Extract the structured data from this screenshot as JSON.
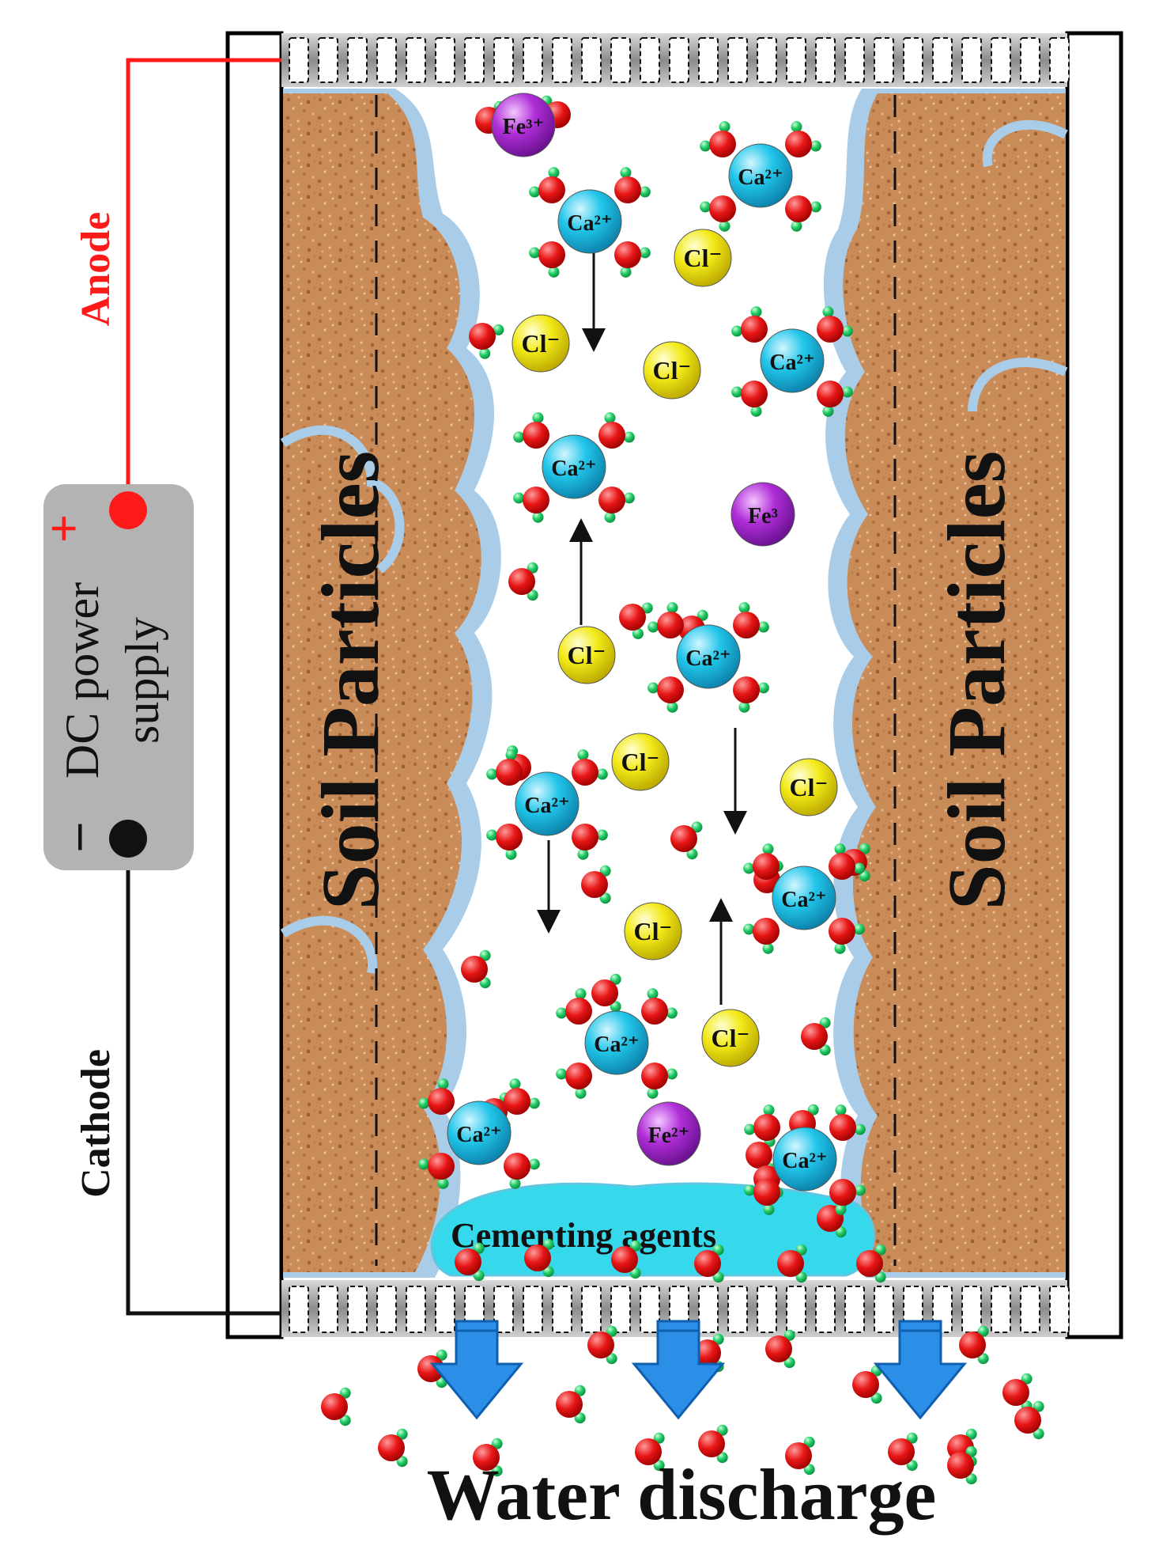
{
  "labels": {
    "anode": "Anode",
    "cathode": "Cathode",
    "dc_power_line1": "DC power",
    "dc_power_line2": "supply",
    "plus": "+",
    "minus": "–",
    "soil_left": "Soil Particles",
    "soil_right": "Soil Particles",
    "cementing": "Cementing agents",
    "water_discharge": "Water discharge"
  },
  "ions": {
    "ca": "Ca²⁺",
    "cl": "Cl⁻",
    "fe3": "Fe³⁺",
    "fe3_short": "Fe³",
    "fe2": "Fe²⁺"
  },
  "colors": {
    "anode_wire": "#ff1a1a",
    "cathode_wire": "#111111",
    "soil": "#c88a55",
    "water_film": "#a9cde8",
    "ca_ion": "#1cc4e8",
    "cl_ion": "#f2ea14",
    "fe_ion": "#b02ed8",
    "oxygen": "#e81616",
    "hydrogen": "#22cc66",
    "cementing": "#36d8ec",
    "discharge_arrow": "#2b8fe8",
    "power_box": "#b3b3b3"
  }
}
